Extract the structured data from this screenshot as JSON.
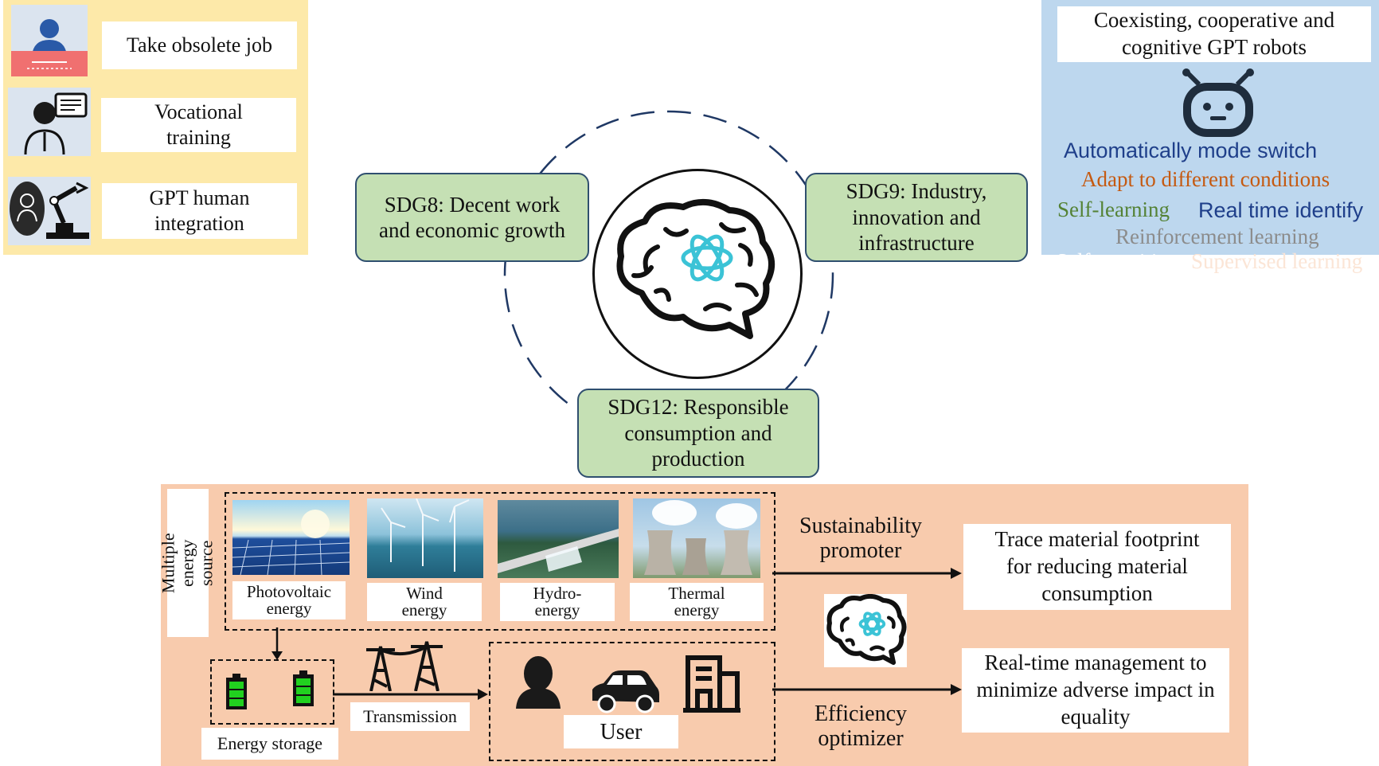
{
  "jobs_panel": {
    "bg": "#fde9a9",
    "items": [
      {
        "label": "Take obsolete job",
        "icon": "worker-at-desk-icon"
      },
      {
        "label": "Vocational training",
        "icon": "presenter-icon"
      },
      {
        "label": "GPT human integration",
        "icon": "human-robot-arm-icon"
      }
    ]
  },
  "robots_panel": {
    "bg": "#bdd7ee",
    "title": "Coexisting, cooperative and cognitive GPT robots",
    "icon": "robot-face-icon",
    "features": [
      {
        "text": "Automatically mode switch",
        "color": "#1f3f8a"
      },
      {
        "text": "Adapt to different conditions",
        "color": "#c55a11"
      },
      {
        "text": "Self-learning",
        "color": "#548235"
      },
      {
        "text": "Real time identify",
        "color": "#1f3f8a"
      },
      {
        "text": "Reinforcement learning",
        "color": "#8c8c8c"
      },
      {
        "text": "Self-cognitive",
        "color": "#ffffff"
      },
      {
        "text": "Supervised learning",
        "color": "#fbe5d6"
      }
    ]
  },
  "center": {
    "icon": "brain-gpt-icon",
    "sdg8": "SDG8: Decent work and economic growth",
    "sdg9": "SDG9: Industry, innovation and infrastructure",
    "sdg12": "SDG12: Responsible consumption and production"
  },
  "energy_panel": {
    "bg": "#f8cbad",
    "source_label": "Multiple energy source",
    "sources": [
      {
        "label": "Photovoltaic energy",
        "icon": "solar-panel-photo"
      },
      {
        "label": "Wind energy",
        "icon": "wind-turbine-photo"
      },
      {
        "label": "Hydro-energy",
        "icon": "hydro-dam-photo"
      },
      {
        "label": "Thermal energy",
        "icon": "cooling-tower-photo"
      }
    ],
    "storage_label": "Energy storage",
    "transmission_label": "Transmission",
    "user_label": "User",
    "sustainability_label": "Sustainability promoter",
    "efficiency_label": "Efficiency optimizer",
    "trace_label": "Trace material footprint for reducing material consumption",
    "realtime_label": "Real-time management to minimize adverse impact in equality"
  }
}
